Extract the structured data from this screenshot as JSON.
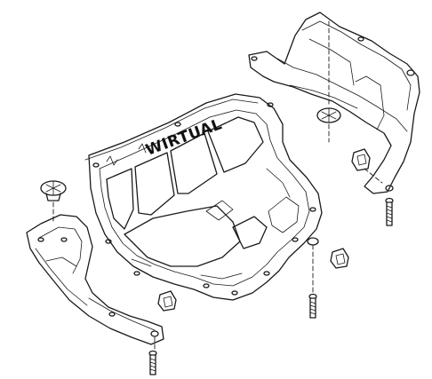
{
  "diagram": {
    "watermark": "WIRTUAL",
    "parts": [
      "main-underbody-shield",
      "right-rear-splash-guard",
      "left-front-splash-guard"
    ],
    "fasteners": [
      "expansion-rivet-left",
      "expansion-rivet-right",
      "clip-nut-left",
      "clip-nut-center",
      "clip-nut-right",
      "screw-left",
      "screw-center",
      "screw-right"
    ]
  }
}
